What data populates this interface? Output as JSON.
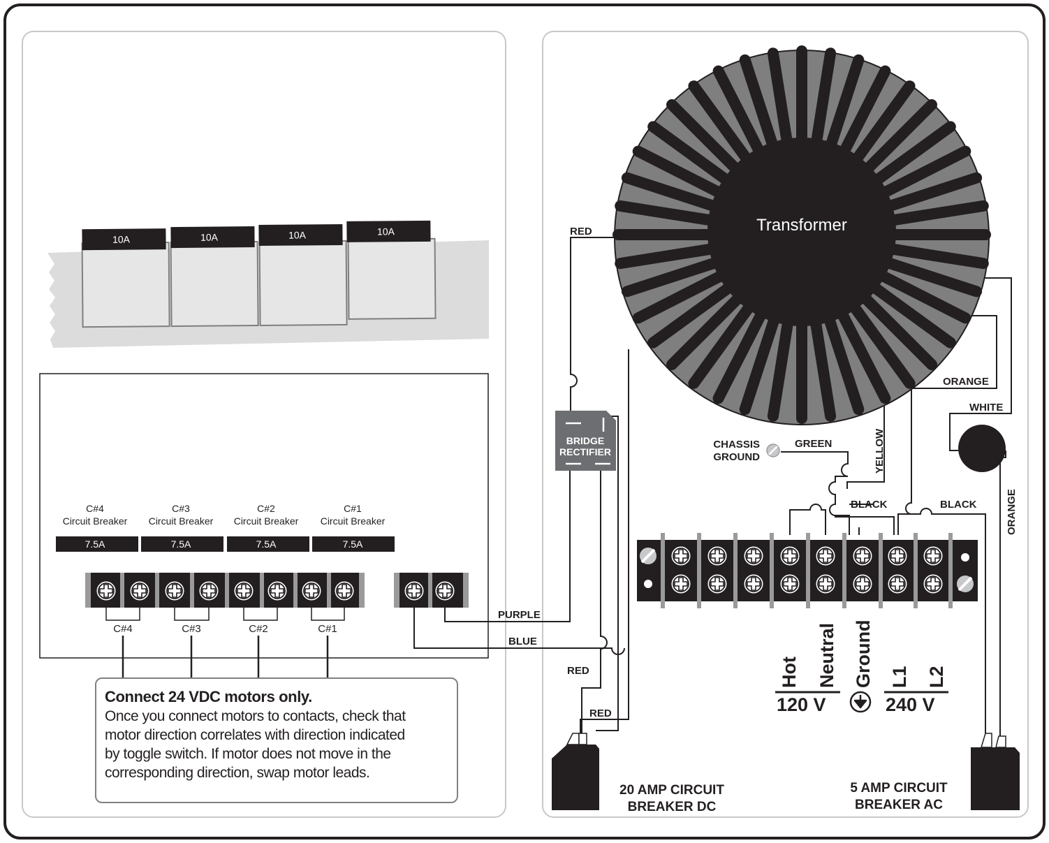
{
  "colors": {
    "ink": "#231f20",
    "panel_border": "#c8c8c8",
    "tape": "#dcdcdc",
    "transformer_ring": "#7f7f7f",
    "rectifier": "#6d6e71",
    "terminal_strip": "#231f20"
  },
  "left_panel": {
    "fuses": [
      "10A",
      "10A",
      "10A",
      "10A"
    ],
    "breakers": [
      {
        "id": "C#4",
        "name": "Circuit Breaker",
        "rating": "7.5A"
      },
      {
        "id": "C#3",
        "name": "Circuit Breaker",
        "rating": "7.5A"
      },
      {
        "id": "C#2",
        "name": "Circuit Breaker",
        "rating": "7.5A"
      },
      {
        "id": "C#1",
        "name": "Circuit Breaker",
        "rating": "7.5A"
      }
    ],
    "contact_labels": [
      "C#4",
      "C#3",
      "C#2",
      "C#1"
    ]
  },
  "note": {
    "heading": "Connect 24 VDC motors only.",
    "lines": [
      "Once you connect motors to contacts, check that",
      "motor direction correlates with direction indicated",
      "by toggle switch. If motor does not move in the",
      "corresponding direction, swap motor leads."
    ]
  },
  "right_panel": {
    "transformer_label": "Transformer",
    "rectifier": {
      "line1": "BRIDGE",
      "line2": "RECTIFIER"
    },
    "chassis_ground": {
      "line1": "CHASSIS",
      "line2": "GROUND"
    },
    "wires": {
      "red_top": "RED",
      "purple": "PURPLE",
      "blue": "BLUE",
      "red_left": "RED",
      "red_lower": "RED",
      "green": "GREEN",
      "yellow": "YELLOW",
      "black_left": "BLACK",
      "black_right": "BLACK",
      "orange_top": "ORANGE",
      "white": "WHITE",
      "orange_side": "ORANGE"
    },
    "terminals": {
      "hot": "Hot",
      "neutral": "Neutral",
      "ground": "Ground",
      "l1": "L1",
      "l2": "L2",
      "v120": "120 V",
      "v240": "240 V"
    },
    "breaker_dc": {
      "line1": "20 AMP CIRCUIT",
      "line2": "BREAKER DC"
    },
    "breaker_ac": {
      "line1": "5 AMP CIRCUIT",
      "line2": "BREAKER AC"
    }
  }
}
